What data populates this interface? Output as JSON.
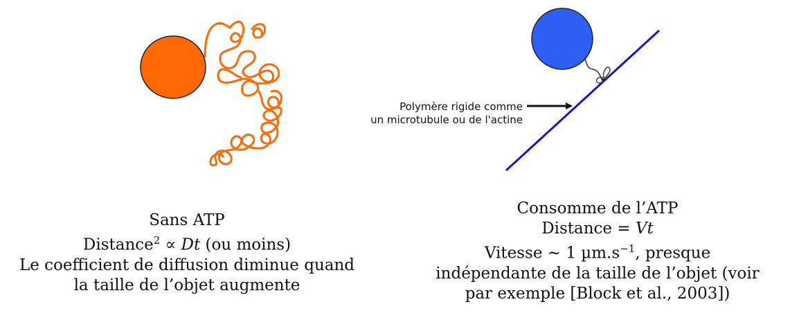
{
  "colors": {
    "orange": "#ff6a06",
    "blue": "#2f5ef5",
    "line_blue": "#1515d6",
    "dark": "#111111"
  },
  "annotation": {
    "line1": "Polymère rigide comme",
    "line2": "un microtubule ou de l'actine"
  },
  "left_caption": {
    "title": "Sans ATP",
    "dist_pre": "Distance",
    "dist_exp": "2",
    "dist_mid": " ∝ ",
    "dist_var": "Dt",
    "dist_post": " (ou moins)",
    "line3": "Le coefficient de diffusion diminue quand",
    "line4": "la taille de l’objet augmente"
  },
  "right_caption": {
    "line1": "Consomme de l’ATP",
    "dist_pre": "Distance = ",
    "dist_var": "Vt",
    "speed_pre": "Vitesse ∼ 1 µm.s",
    "speed_exp": "−1",
    "speed_post": ", presque",
    "line4": "indépendante de la taille de l’objet (voir",
    "line5": "par exemple [Block et al., 2003])"
  }
}
